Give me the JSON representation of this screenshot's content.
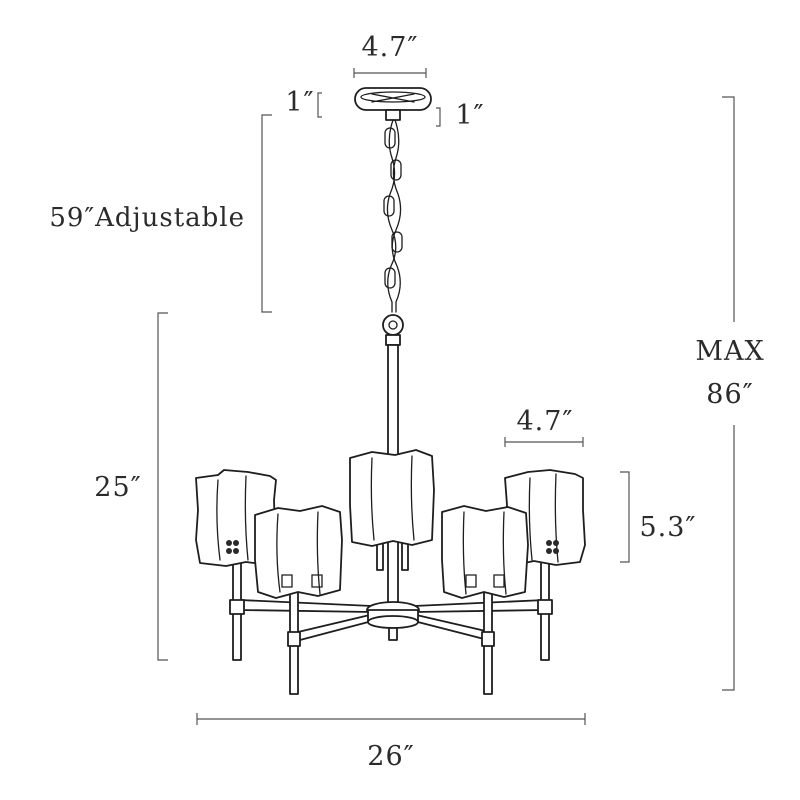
{
  "dimensions": {
    "canopy_width": "4.7″",
    "canopy_height_left": "1″",
    "canopy_height_right": "1″",
    "chain_length": "59″Adjustable",
    "max_line1": "MAX",
    "max_line2": "86″",
    "shade_width": "4.7″",
    "shade_height": "5.3″",
    "body_height": "25″",
    "overall_width": "26″"
  },
  "colors": {
    "ink": "#1e1e1e",
    "dimension_line": "#555555",
    "background": "#ffffff"
  }
}
